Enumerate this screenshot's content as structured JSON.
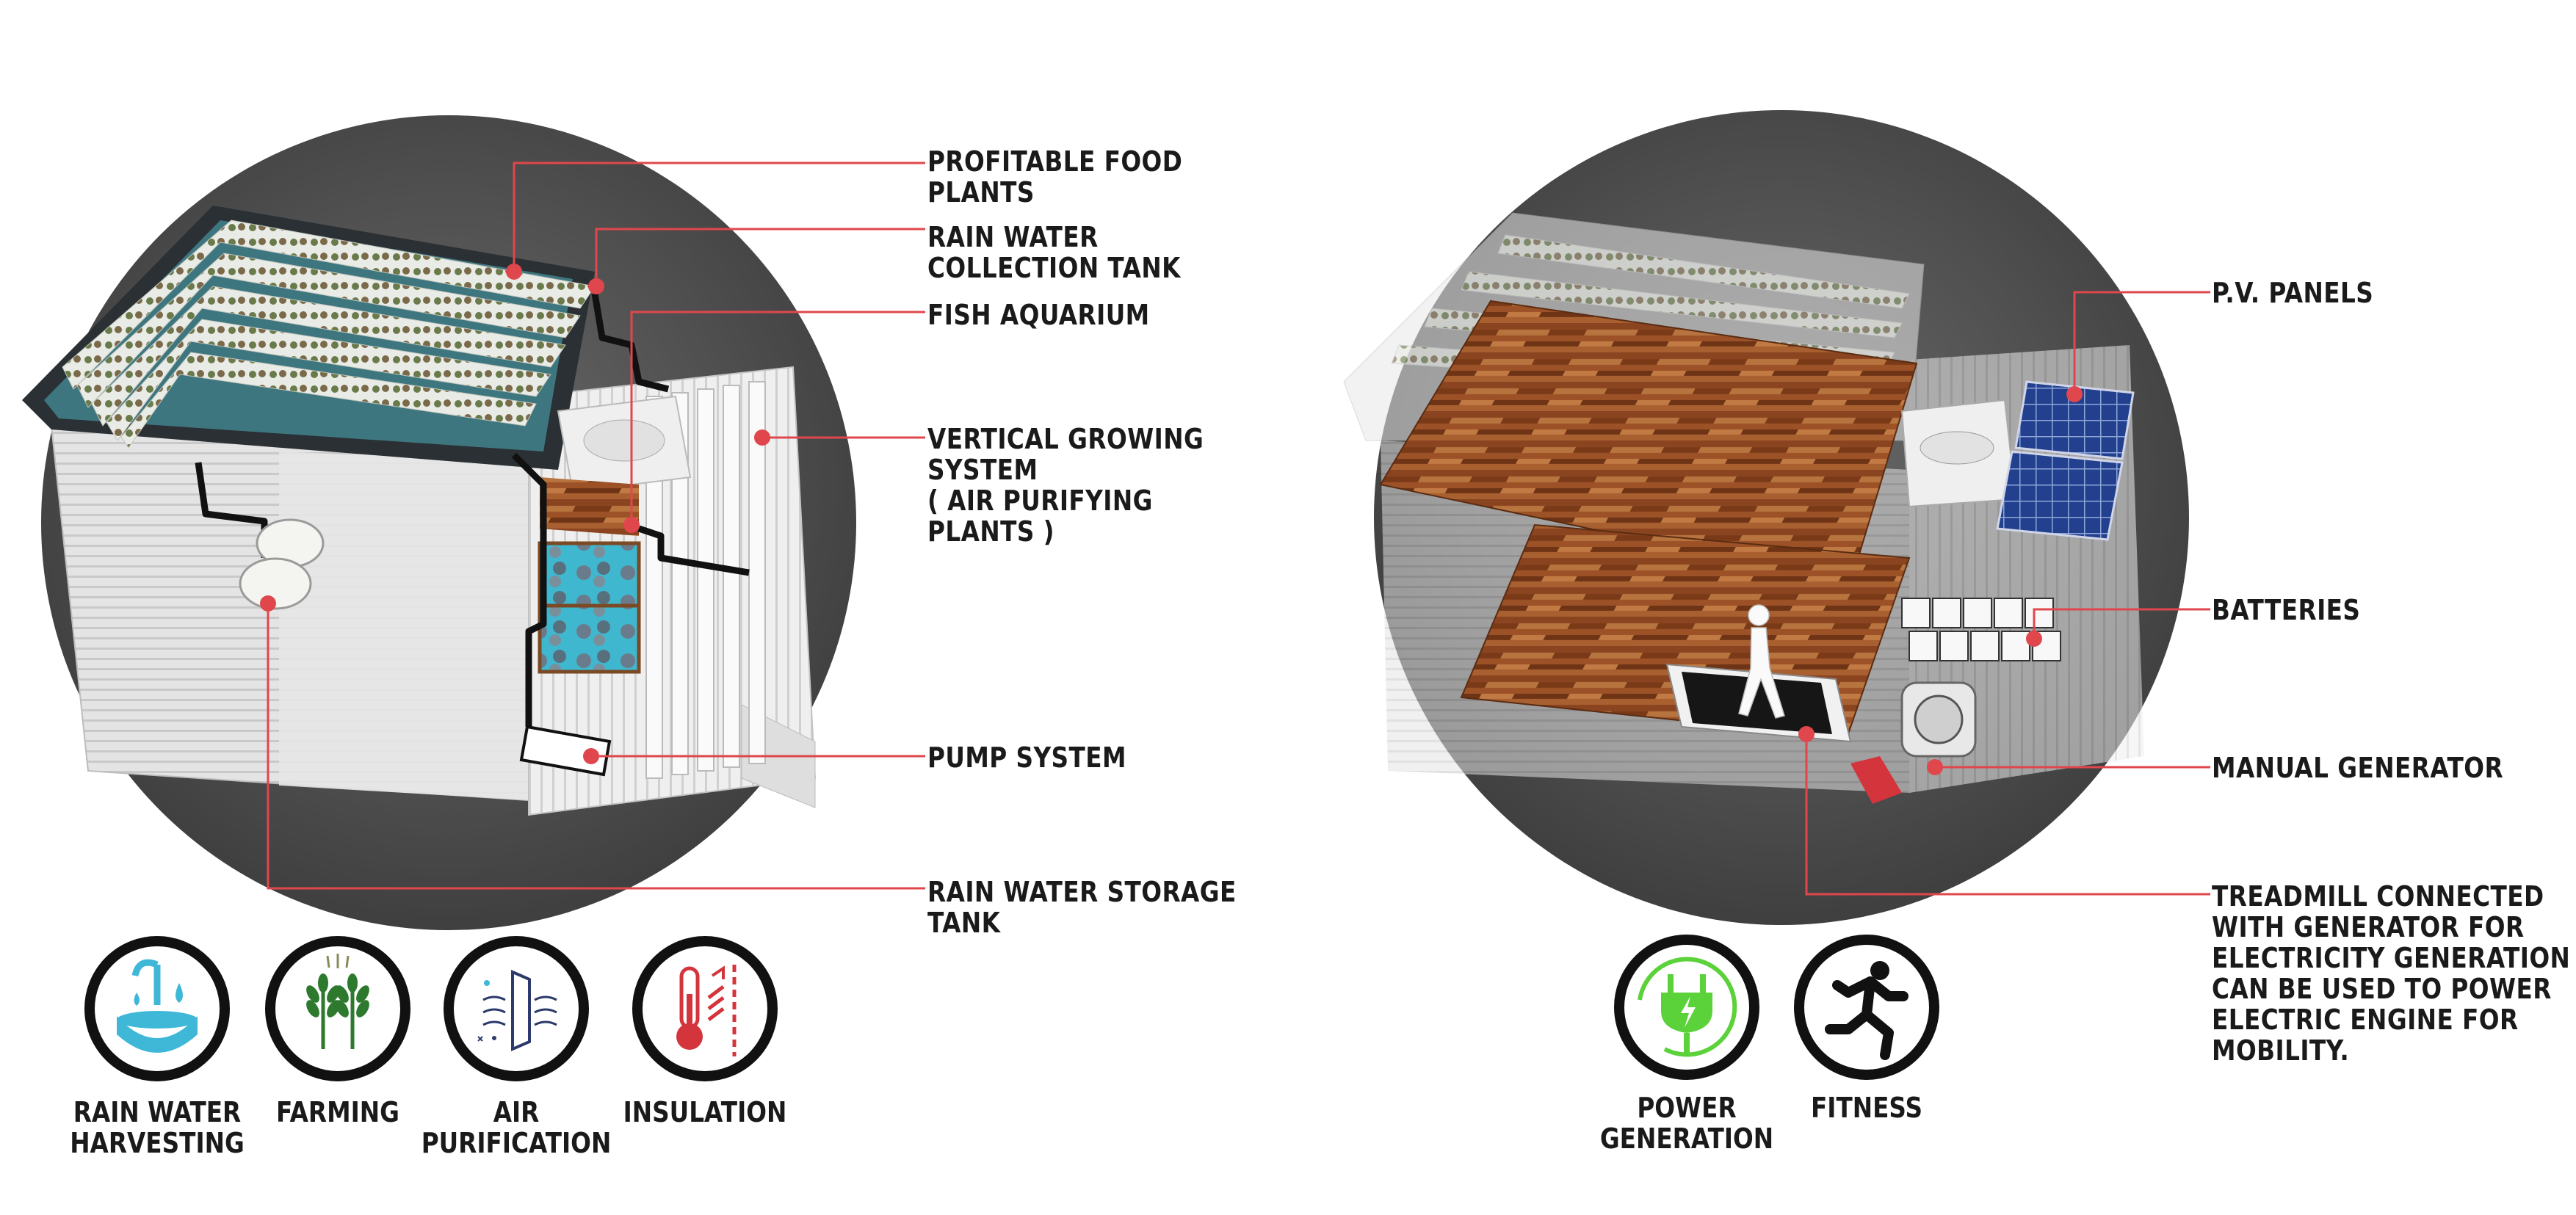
{
  "left_callouts": {
    "food_plants": [
      "PROFITABLE FOOD",
      "PLANTS"
    ],
    "collection_tank": [
      "RAIN WATER",
      "COLLECTION TANK"
    ],
    "fish_aquarium": [
      "FISH AQUARIUM"
    ],
    "vertical_growing": [
      "VERTICAL GROWING",
      "SYSTEM",
      "( AIR PURIFYING",
      "PLANTS )"
    ],
    "pump_system": [
      "PUMP SYSTEM"
    ],
    "storage_tank": [
      "RAIN WATER STORAGE",
      "TANK"
    ]
  },
  "right_callouts": {
    "pv_panels": [
      "P.V. PANELS"
    ],
    "batteries": [
      "BATTERIES"
    ],
    "manual_generator": [
      "MANUAL GENERATOR"
    ],
    "treadmill": [
      "TREADMILL CONNECTED",
      "WITH GENERATOR FOR",
      "ELECTRICITY GENERATION",
      "CAN BE USED TO POWER",
      "ELECTRIC ENGINE FOR",
      "MOBILITY."
    ]
  },
  "left_icons": [
    {
      "name": "rain-water-harvesting",
      "icon": "water-drop-icon",
      "lines": [
        "RAIN WATER",
        "HARVESTING"
      ]
    },
    {
      "name": "farming",
      "icon": "wheat-icon",
      "lines": [
        "FARMING"
      ]
    },
    {
      "name": "air-purification",
      "icon": "air-filter-icon",
      "lines": [
        "AIR",
        "PURIFICATION"
      ]
    },
    {
      "name": "insulation",
      "icon": "thermometer-icon",
      "lines": [
        "INSULATION"
      ]
    }
  ],
  "right_icons": [
    {
      "name": "power-generation",
      "icon": "power-plug-icon",
      "lines": [
        "POWER",
        "GENERATION"
      ]
    },
    {
      "name": "fitness",
      "icon": "running-person-icon",
      "lines": [
        "FITNESS"
      ]
    }
  ],
  "colors": {
    "leader_line": "#e0474c",
    "water_blue": "#3fb8d8",
    "farming_green": "#2d7a2e",
    "insulation_red": "#d4343c",
    "power_green": "#5bd13a",
    "wood": "#a0582a",
    "pv_blue": "#1f3d8c",
    "backdrop_gray": "#4a4a4a"
  }
}
